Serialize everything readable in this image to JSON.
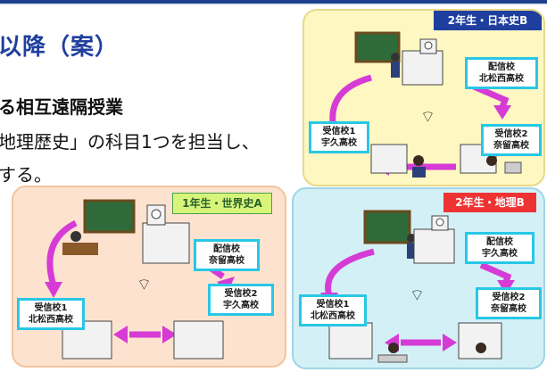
{
  "header": {
    "title": "以降（案）",
    "subtitle": "る相互遠隔授業",
    "body_line1": "地理歴史」の科目1つを担当し、",
    "body_line2": "する。"
  },
  "panels": [
    {
      "tag": "2年生・日本史B",
      "sender": {
        "role": "配信校",
        "name": "北松西高校"
      },
      "receiver1": {
        "role": "受信校1",
        "name": "宇久高校"
      },
      "receiver2": {
        "role": "受信校2",
        "name": "奈留高校"
      }
    },
    {
      "tag": "1年生・世界史A",
      "sender": {
        "role": "配信校",
        "name": "奈留高校"
      },
      "receiver1": {
        "role": "受信校1",
        "name": "北松西高校"
      },
      "receiver2": {
        "role": "受信校2",
        "name": "宇久高校"
      }
    },
    {
      "tag": "2年生・地理B",
      "sender": {
        "role": "配信校",
        "name": "宇久高校"
      },
      "receiver1": {
        "role": "受信校1",
        "name": "北松西高校"
      },
      "receiver2": {
        "role": "受信校2",
        "name": "奈留高校"
      }
    }
  ],
  "colors": {
    "accent": "#1f3f9f",
    "arrow": "#d63bd6",
    "box_border": "#29c7e6",
    "panel_yellow": "#fff7c2",
    "panel_peach": "#fde3cf",
    "panel_blue": "#d4f0f7"
  },
  "icons": [
    "school-building-icon",
    "wifi-icon",
    "teacher-icon",
    "student-icon",
    "laptop-icon"
  ]
}
